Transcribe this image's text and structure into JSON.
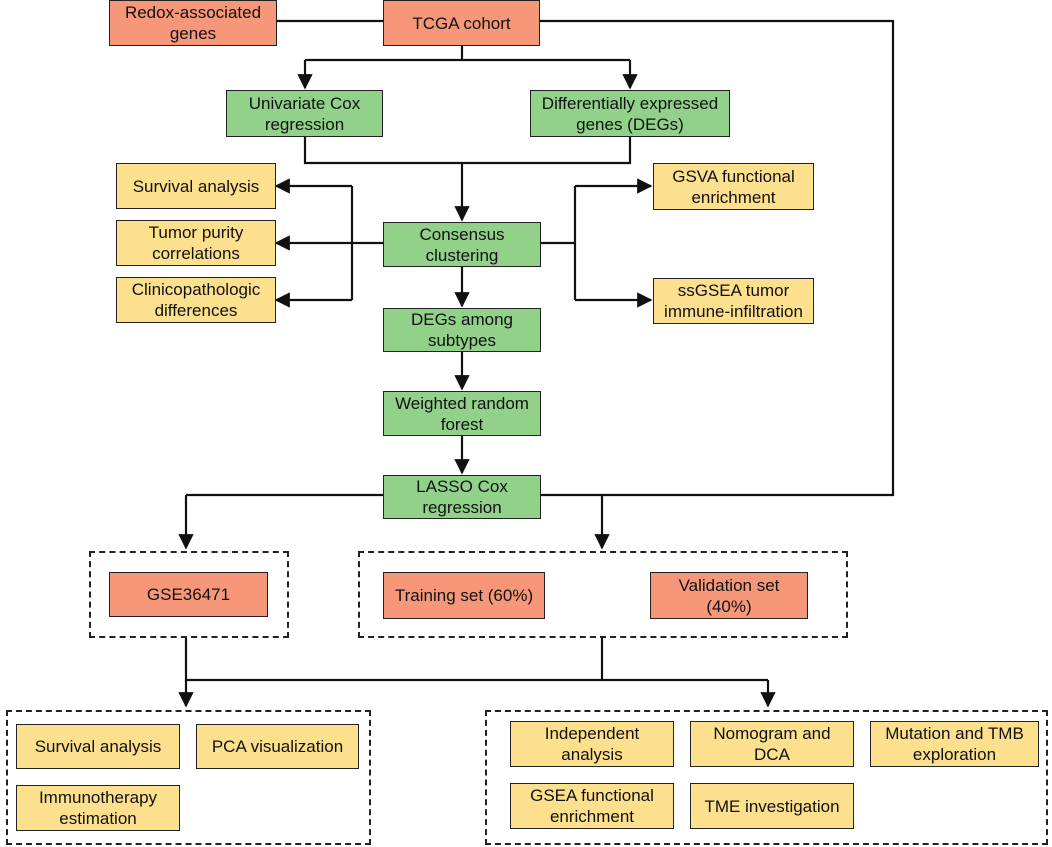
{
  "colors": {
    "source_fill": "#f7977a",
    "process_fill": "#92d18a",
    "analysis_fill": "#fde08d",
    "line": "#111111"
  },
  "nodes": {
    "redox_genes": "Redox-associated\ngenes",
    "tcga_cohort": "TCGA cohort",
    "univariate_cox": "Univariate Cox\nregression",
    "degs": "Differentially expressed\ngenes (DEGs)",
    "survival_analysis_top": "Survival analysis",
    "tumor_purity": "Tumor purity\ncorrelations",
    "clinicopathologic": "Clinicopathologic\ndifferences",
    "consensus_clustering": "Consensus\nclustering",
    "gsva": "GSVA functional\nenrichment",
    "ssgsea": "ssGSEA tumor\nimmune-infiltration",
    "degs_subtypes": "DEGs among\nsubtypes",
    "weighted_rf": "Weighted random\nforest",
    "lasso_cox": "LASSO Cox\nregression",
    "gse36471": "GSE36471",
    "training_set": "Training set (60%)",
    "validation_set": "Validation set\n(40%)",
    "survival_analysis_bottom": "Survival analysis",
    "pca_visualization": "PCA visualization",
    "immunotherapy": "Immunotherapy\nestimation",
    "independent_analysis": "Independent\nanalysis",
    "nomogram_dca": "Nomogram and\nDCA",
    "mutation_tmb": "Mutation and TMB\nexploration",
    "gsea": "GSEA functional\nenrichment",
    "tme": "TME investigation"
  }
}
